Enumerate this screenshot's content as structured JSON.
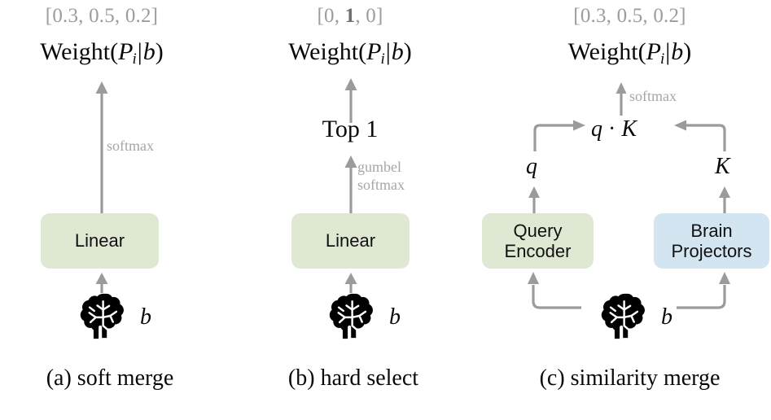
{
  "figure": {
    "background": "#ffffff",
    "arrow_color": "#9b9b9b",
    "green_fill": "#dfe8d2",
    "blue_fill": "#d3e5f1",
    "label_gray": "#a6a6a6"
  },
  "panels": [
    {
      "id": "a",
      "caption": "(a) soft merge",
      "vector_prefix": "[0.3, 0.5, 0.2]",
      "formula": {
        "head": "Weight(",
        "p": "P",
        "sub": "i",
        "bar": "|",
        "b": "b",
        "tail": ")"
      },
      "edge_label": "softmax",
      "box_label": "Linear",
      "box_color": "green",
      "brain_label": "b"
    },
    {
      "id": "b",
      "caption": "(b) hard select",
      "vector_parts": {
        "pre": "[0, ",
        "bold": "1",
        "post": ", 0]"
      },
      "formula": {
        "head": "Weight(",
        "p": "P",
        "sub": "i",
        "bar": "|",
        "b": "b",
        "tail": ")"
      },
      "mid_label": "Top 1",
      "edge_label_line1": "gumbel",
      "edge_label_line2": "softmax",
      "box_label": "Linear",
      "box_color": "green",
      "brain_label": "b"
    },
    {
      "id": "c",
      "caption": "(c) similarity merge",
      "vector_prefix": "[0.3, 0.5, 0.2]",
      "formula": {
        "head": "Weight(",
        "p": "P",
        "sub": "i",
        "bar": "|",
        "b": "b",
        "tail": ")"
      },
      "edge_label": "softmax",
      "score_expr": {
        "q": "q",
        "dot": "·",
        "k": "K"
      },
      "left_symbol": "q",
      "right_symbol": "K",
      "left_box_label": "Query\nEncoder",
      "left_box_color": "green",
      "right_box_label": "Brain\nProjectors",
      "right_box_color": "blue",
      "brain_label": "b"
    }
  ]
}
